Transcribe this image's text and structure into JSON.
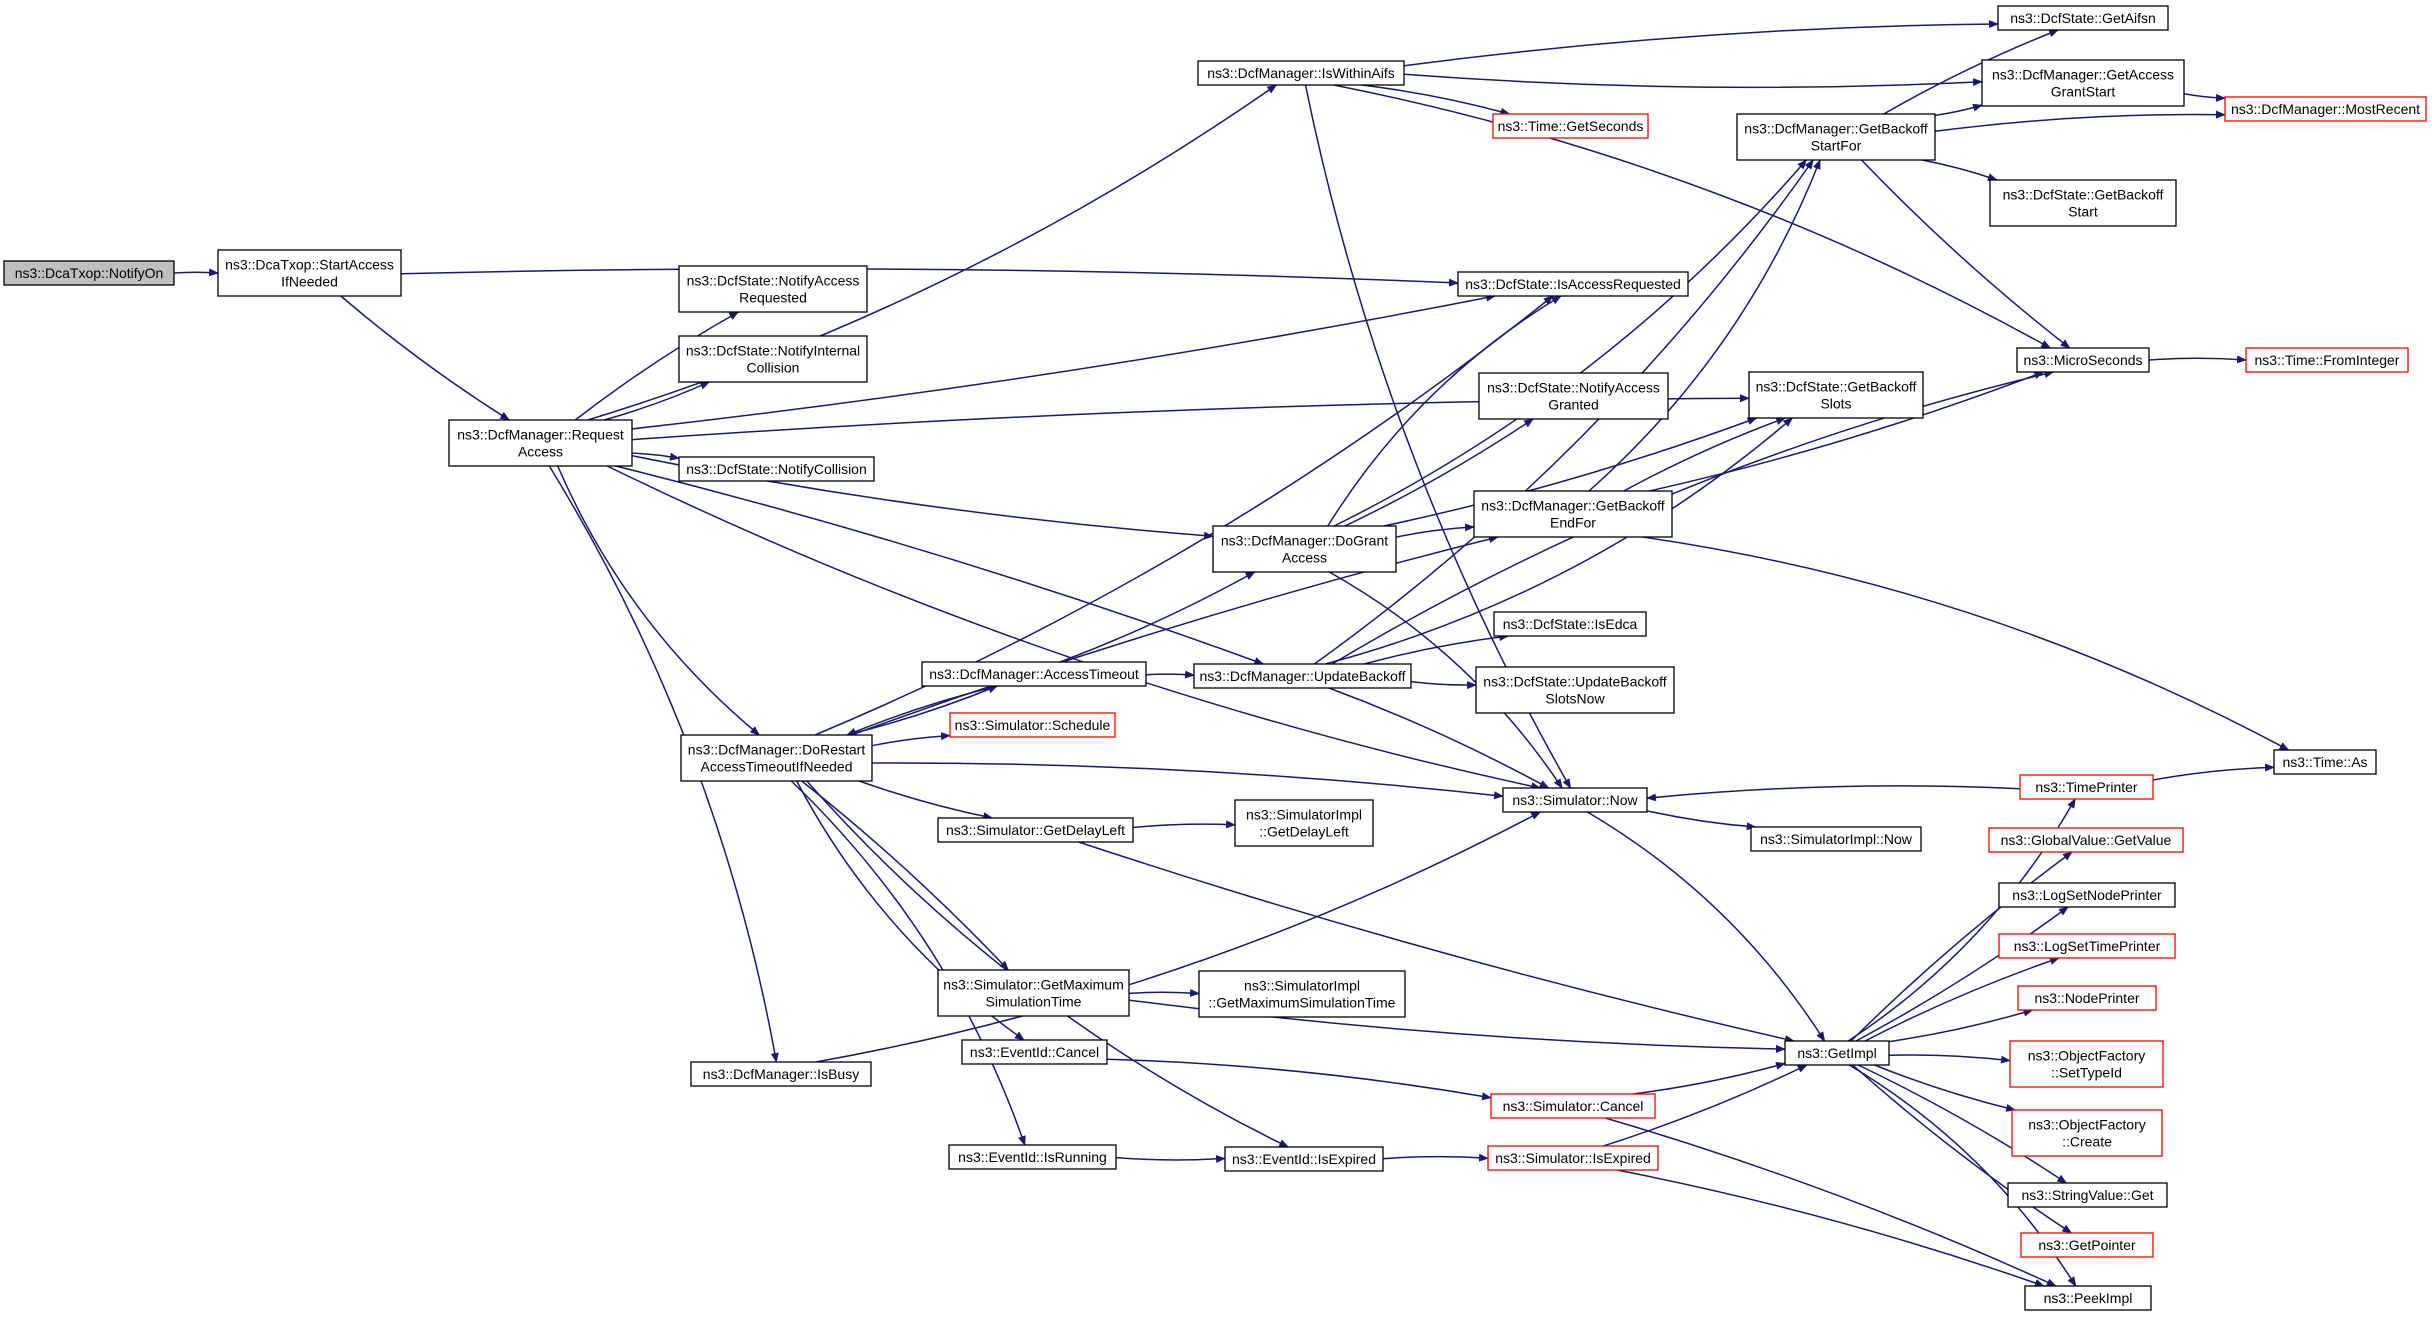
{
  "colors": {
    "edge": "#191970",
    "node_border": "#000000",
    "node_border_truncated": "#ff0000",
    "root_fill": "#bfbfbf",
    "node_fill": "#ffffff"
  },
  "nodes": [
    {
      "id": "n01",
      "lines": [
        "ns3::DcaTxop::NotifyOn"
      ],
      "root": true,
      "truncated": false
    },
    {
      "id": "n02",
      "lines": [
        "ns3::DcaTxop::StartAccess",
        "IfNeeded"
      ],
      "truncated": false
    },
    {
      "id": "n03",
      "lines": [
        "ns3::DcfManager::Request",
        "Access"
      ],
      "truncated": false
    },
    {
      "id": "n04",
      "lines": [
        "ns3::DcfManager::IsWithinAifs"
      ],
      "truncated": false
    },
    {
      "id": "n05",
      "lines": [
        "ns3::DcfState::NotifyAccess",
        "Requested"
      ],
      "truncated": false
    },
    {
      "id": "n06",
      "lines": [
        "ns3::DcfState::NotifyInternal",
        "Collision"
      ],
      "truncated": false
    },
    {
      "id": "n07",
      "lines": [
        "ns3::DcfState::NotifyCollision"
      ],
      "truncated": false
    },
    {
      "id": "n08",
      "lines": [
        "ns3::DcfManager::DoRestart",
        "AccessTimeoutIfNeeded"
      ],
      "truncated": false
    },
    {
      "id": "n09",
      "lines": [
        "ns3::DcfManager::IsBusy"
      ],
      "truncated": false
    },
    {
      "id": "n10",
      "lines": [
        "ns3::DcfManager::AccessTimeout"
      ],
      "truncated": false
    },
    {
      "id": "n11",
      "lines": [
        "ns3::Simulator::Schedule"
      ],
      "truncated": true
    },
    {
      "id": "n12",
      "lines": [
        "ns3::Simulator::GetDelayLeft"
      ],
      "truncated": false
    },
    {
      "id": "n13",
      "lines": [
        "ns3::Simulator::GetMaximum",
        "SimulationTime"
      ],
      "truncated": false
    },
    {
      "id": "n14",
      "lines": [
        "ns3::EventId::Cancel"
      ],
      "truncated": false
    },
    {
      "id": "n15",
      "lines": [
        "ns3::EventId::IsRunning"
      ],
      "truncated": false
    },
    {
      "id": "n16",
      "lines": [
        "ns3::DcfManager::DoGrant",
        "Access"
      ],
      "truncated": false
    },
    {
      "id": "n17",
      "lines": [
        "ns3::DcfManager::UpdateBackoff"
      ],
      "truncated": false
    },
    {
      "id": "n18",
      "lines": [
        "ns3::SimulatorImpl",
        "::GetDelayLeft"
      ],
      "truncated": false
    },
    {
      "id": "n19",
      "lines": [
        "ns3::SimulatorImpl",
        "::GetMaximumSimulationTime"
      ],
      "truncated": false
    },
    {
      "id": "n20",
      "lines": [
        "ns3::EventId::IsExpired"
      ],
      "truncated": false
    },
    {
      "id": "n21",
      "lines": [
        "ns3::Time::GetSeconds"
      ],
      "truncated": true
    },
    {
      "id": "n22",
      "lines": [
        "ns3::DcfState::IsAccessRequested"
      ],
      "truncated": false
    },
    {
      "id": "n23",
      "lines": [
        "ns3::DcfState::NotifyAccess",
        "Granted"
      ],
      "truncated": false
    },
    {
      "id": "n24",
      "lines": [
        "ns3::DcfManager::GetBackoff",
        "EndFor"
      ],
      "truncated": false
    },
    {
      "id": "n25",
      "lines": [
        "ns3::DcfState::IsEdca"
      ],
      "truncated": false
    },
    {
      "id": "n26",
      "lines": [
        "ns3::DcfState::UpdateBackoff",
        "SlotsNow"
      ],
      "truncated": false
    },
    {
      "id": "n27",
      "lines": [
        "ns3::Simulator::Now"
      ],
      "truncated": false
    },
    {
      "id": "n28",
      "lines": [
        "ns3::Simulator::Cancel"
      ],
      "truncated": true
    },
    {
      "id": "n29",
      "lines": [
        "ns3::Simulator::IsExpired"
      ],
      "truncated": true
    },
    {
      "id": "n30",
      "lines": [
        "ns3::DcfManager::GetBackoff",
        "StartFor"
      ],
      "truncated": false
    },
    {
      "id": "n31",
      "lines": [
        "ns3::DcfState::GetBackoff",
        "Slots"
      ],
      "truncated": false
    },
    {
      "id": "n32",
      "lines": [
        "ns3::SimulatorImpl::Now"
      ],
      "truncated": false
    },
    {
      "id": "n33",
      "lines": [
        "ns3::DcfState::GetAifsn"
      ],
      "truncated": false
    },
    {
      "id": "n34",
      "lines": [
        "ns3::DcfManager::GetAccess",
        "GrantStart"
      ],
      "truncated": false
    },
    {
      "id": "n35",
      "lines": [
        "ns3::DcfState::GetBackoff",
        "Start"
      ],
      "truncated": false
    },
    {
      "id": "n36",
      "lines": [
        "ns3::MicroSeconds"
      ],
      "truncated": false
    },
    {
      "id": "n37",
      "lines": [
        "ns3::TimePrinter"
      ],
      "truncated": true
    },
    {
      "id": "n38",
      "lines": [
        "ns3::GlobalValue::GetValue"
      ],
      "truncated": true
    },
    {
      "id": "n39",
      "lines": [
        "ns3::LogSetNodePrinter"
      ],
      "truncated": false
    },
    {
      "id": "n40",
      "lines": [
        "ns3::LogSetTimePrinter"
      ],
      "truncated": true
    },
    {
      "id": "n41",
      "lines": [
        "ns3::NodePrinter"
      ],
      "truncated": true
    },
    {
      "id": "n42",
      "lines": [
        "ns3::ObjectFactory",
        "::SetTypeId"
      ],
      "truncated": true
    },
    {
      "id": "n43",
      "lines": [
        "ns3::ObjectFactory",
        "::Create"
      ],
      "truncated": true
    },
    {
      "id": "n44",
      "lines": [
        "ns3::StringValue::Get"
      ],
      "truncated": false
    },
    {
      "id": "n45",
      "lines": [
        "ns3::GetPointer"
      ],
      "truncated": true
    },
    {
      "id": "n46",
      "lines": [
        "ns3::PeekImpl"
      ],
      "truncated": false
    },
    {
      "id": "n47",
      "lines": [
        "ns3::GetImpl"
      ],
      "truncated": false
    },
    {
      "id": "n48",
      "lines": [
        "ns3::DcfManager::MostRecent"
      ],
      "truncated": true
    },
    {
      "id": "n49",
      "lines": [
        "ns3::Time::FromInteger"
      ],
      "truncated": true
    },
    {
      "id": "n50",
      "lines": [
        "ns3::Time::As"
      ],
      "truncated": false
    }
  ],
  "edges": [
    [
      "n01",
      "n02"
    ],
    [
      "n02",
      "n03"
    ],
    [
      "n02",
      "n22"
    ],
    [
      "n03",
      "n04"
    ],
    [
      "n03",
      "n05"
    ],
    [
      "n03",
      "n06"
    ],
    [
      "n03",
      "n07"
    ],
    [
      "n03",
      "n08"
    ],
    [
      "n03",
      "n09"
    ],
    [
      "n03",
      "n16"
    ],
    [
      "n03",
      "n17"
    ],
    [
      "n03",
      "n22"
    ],
    [
      "n03",
      "n31"
    ],
    [
      "n03",
      "n27"
    ],
    [
      "n04",
      "n33"
    ],
    [
      "n04",
      "n34"
    ],
    [
      "n04",
      "n21"
    ],
    [
      "n04",
      "n27"
    ],
    [
      "n04",
      "n36"
    ],
    [
      "n08",
      "n10"
    ],
    [
      "n08",
      "n11"
    ],
    [
      "n08",
      "n12"
    ],
    [
      "n08",
      "n13"
    ],
    [
      "n08",
      "n14"
    ],
    [
      "n08",
      "n15"
    ],
    [
      "n08",
      "n20"
    ],
    [
      "n08",
      "n27"
    ],
    [
      "n08",
      "n22"
    ],
    [
      "n08",
      "n24"
    ],
    [
      "n10",
      "n16"
    ],
    [
      "n10",
      "n17"
    ],
    [
      "n10",
      "n08"
    ],
    [
      "n12",
      "n18"
    ],
    [
      "n12",
      "n47"
    ],
    [
      "n13",
      "n19"
    ],
    [
      "n13",
      "n47"
    ],
    [
      "n14",
      "n28"
    ],
    [
      "n15",
      "n20"
    ],
    [
      "n20",
      "n29"
    ],
    [
      "n09",
      "n27"
    ],
    [
      "n16",
      "n22"
    ],
    [
      "n16",
      "n23"
    ],
    [
      "n16",
      "n24"
    ],
    [
      "n16",
      "n31"
    ],
    [
      "n16",
      "n27"
    ],
    [
      "n16",
      "n30"
    ],
    [
      "n17",
      "n25"
    ],
    [
      "n17",
      "n26"
    ],
    [
      "n17",
      "n27"
    ],
    [
      "n17",
      "n31"
    ],
    [
      "n17",
      "n36"
    ],
    [
      "n17",
      "n30"
    ],
    [
      "n24",
      "n31"
    ],
    [
      "n24",
      "n36"
    ],
    [
      "n24",
      "n50"
    ],
    [
      "n24",
      "n30"
    ],
    [
      "n30",
      "n33"
    ],
    [
      "n30",
      "n34"
    ],
    [
      "n30",
      "n35"
    ],
    [
      "n30",
      "n36"
    ],
    [
      "n30",
      "n48"
    ],
    [
      "n34",
      "n48"
    ],
    [
      "n36",
      "n49"
    ],
    [
      "n27",
      "n32"
    ],
    [
      "n27",
      "n47"
    ],
    [
      "n37",
      "n27"
    ],
    [
      "n37",
      "n50"
    ],
    [
      "n28",
      "n47"
    ],
    [
      "n28",
      "n46"
    ],
    [
      "n29",
      "n47"
    ],
    [
      "n29",
      "n46"
    ],
    [
      "n47",
      "n37"
    ],
    [
      "n47",
      "n38"
    ],
    [
      "n47",
      "n39"
    ],
    [
      "n47",
      "n40"
    ],
    [
      "n47",
      "n41"
    ],
    [
      "n47",
      "n42"
    ],
    [
      "n47",
      "n43"
    ],
    [
      "n47",
      "n44"
    ],
    [
      "n47",
      "n45"
    ],
    [
      "n47",
      "n46"
    ]
  ]
}
